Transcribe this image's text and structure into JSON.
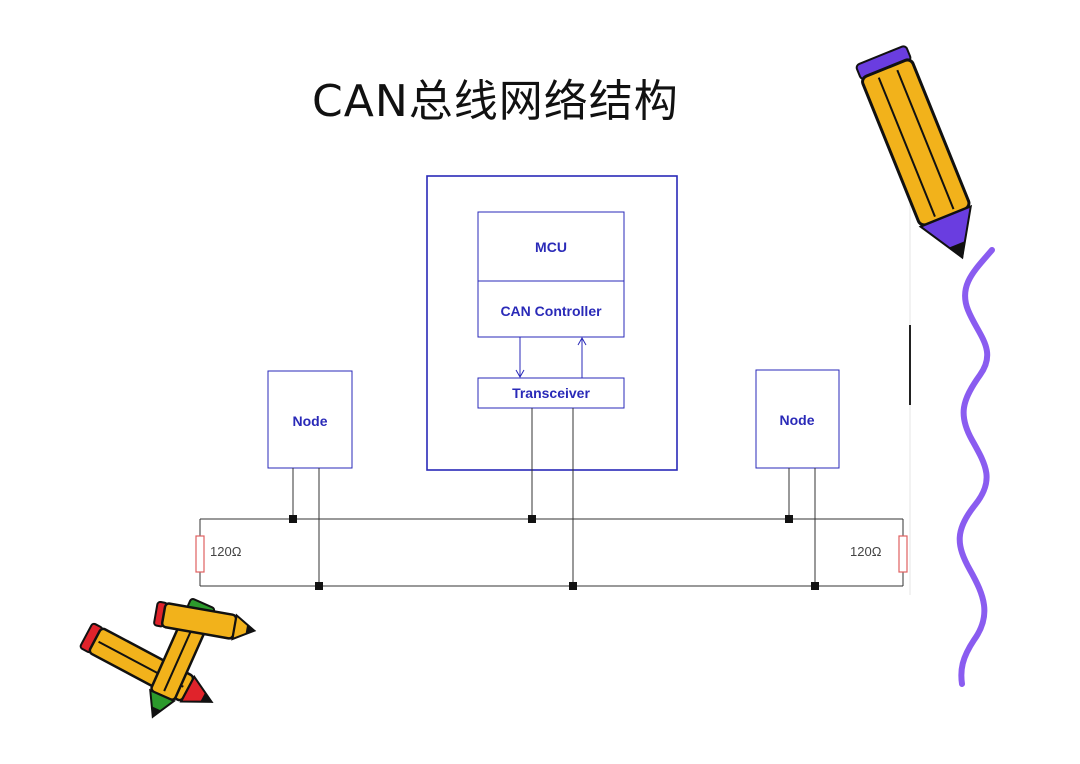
{
  "title": "CAN总线网络结构",
  "diagram": {
    "main_node": {
      "mcu_label": "MCU",
      "controller_label": "CAN Controller",
      "transceiver_label": "Transceiver"
    },
    "left_node_label": "Node",
    "right_node_label": "Node",
    "left_resistor_label": "120Ω",
    "right_resistor_label": "120Ω"
  },
  "decorations": {
    "pencil_colors": [
      "#f2b21b",
      "#6a3de0",
      "#e0232b",
      "#2c9a2c"
    ],
    "wavy_line_color": "#8a5cf0"
  },
  "colors": {
    "box_border": "#2a2ab8",
    "box_label": "#2a2ab8",
    "bus_line": "#333333",
    "resistor": "#e06060"
  }
}
